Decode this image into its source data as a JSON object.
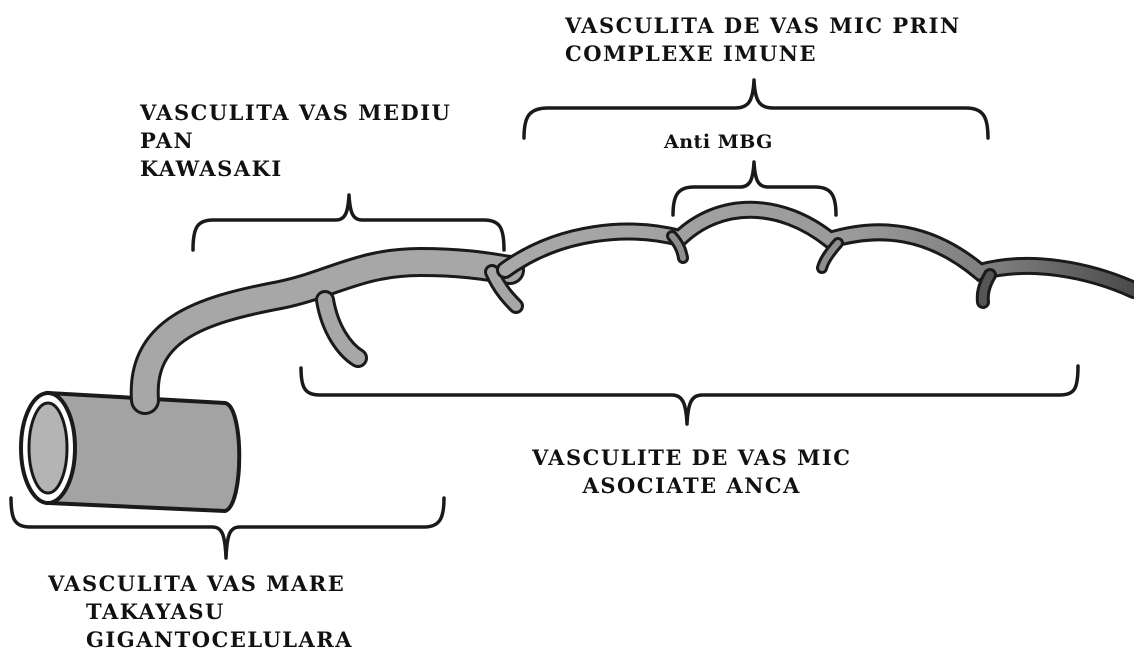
{
  "labels": {
    "small_immune_complex": [
      "VASCULITA DE VAS MIC PRIN",
      "COMPLEXE IMUNE"
    ],
    "medium_vessel": [
      "VASCULITA VAS MEDIU",
      "PAN",
      "KAWASAKI"
    ],
    "anti_gbm": "Anti MBG",
    "anca_small_vessel": [
      "VASCULITE DE VAS MIC",
      "ASOCIATE ANCA"
    ],
    "large_vessel": [
      "VASCULITA VAS MARE",
      "TAKAYASU",
      "GIGANTOCELULARA"
    ]
  },
  "colors": {
    "vessel_light": "#a7a7a7",
    "vessel_mid": "#8e8e8e",
    "vessel_dark": "#555555",
    "outline": "#1a1a1a",
    "bracket": "#1a1a1a"
  }
}
